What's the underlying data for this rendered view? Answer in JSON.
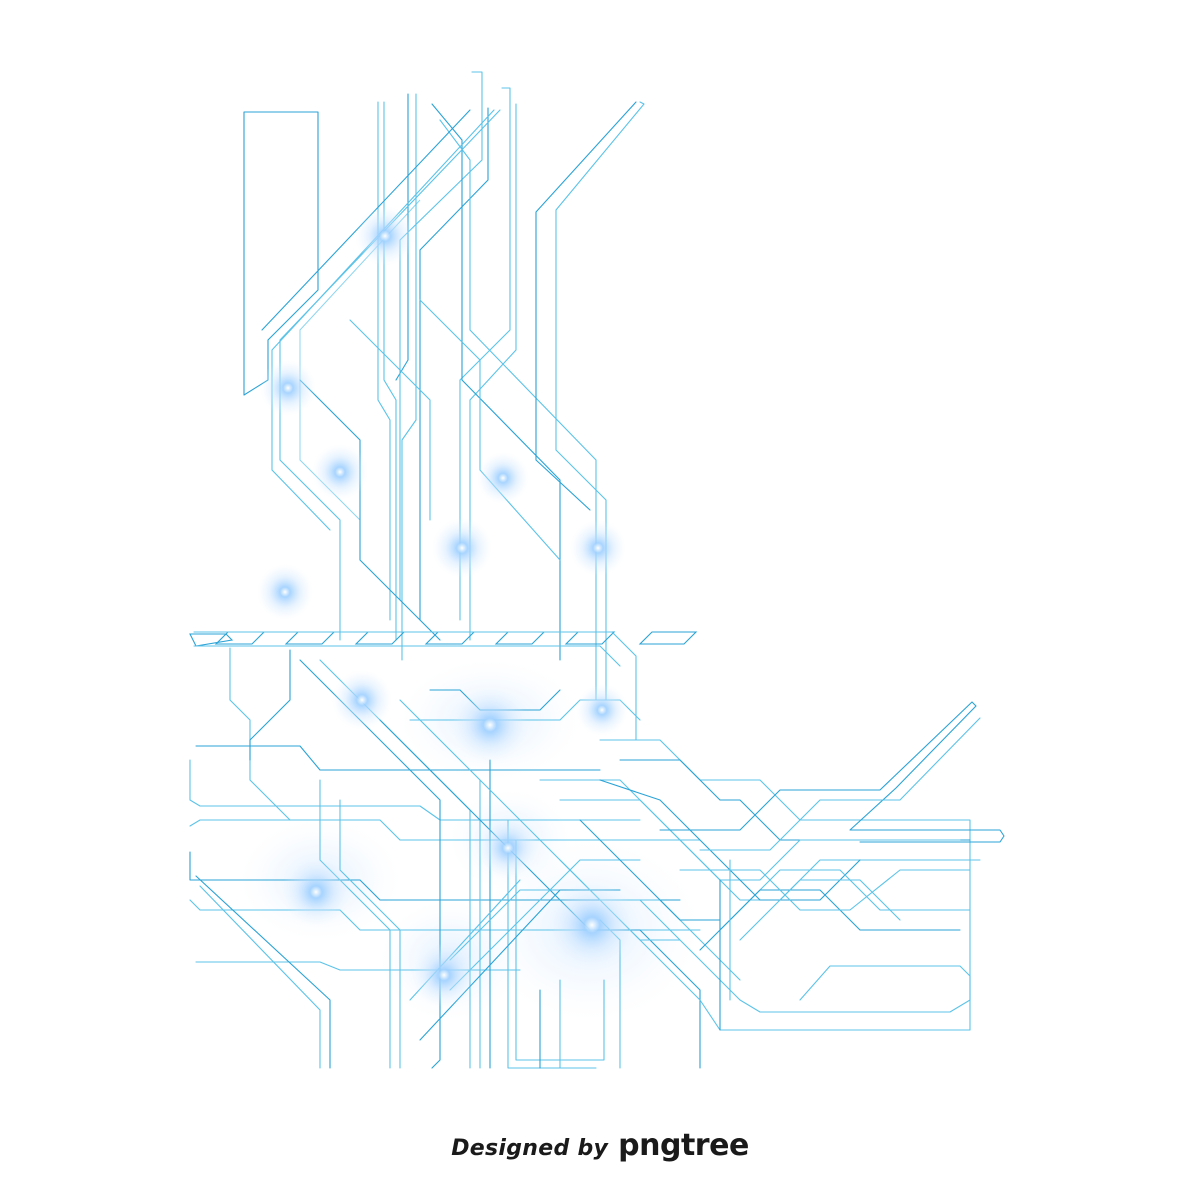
{
  "artwork": {
    "name": "blue circuit board line art",
    "trace_color": "#5cc3e8",
    "trace_color_dark": "#2ba3d6",
    "glow_color": "#a9d4ff"
  },
  "watermark": {
    "prefix": "Designed by",
    "brand": "pngtree",
    "text_color": "#1a1a1a"
  }
}
